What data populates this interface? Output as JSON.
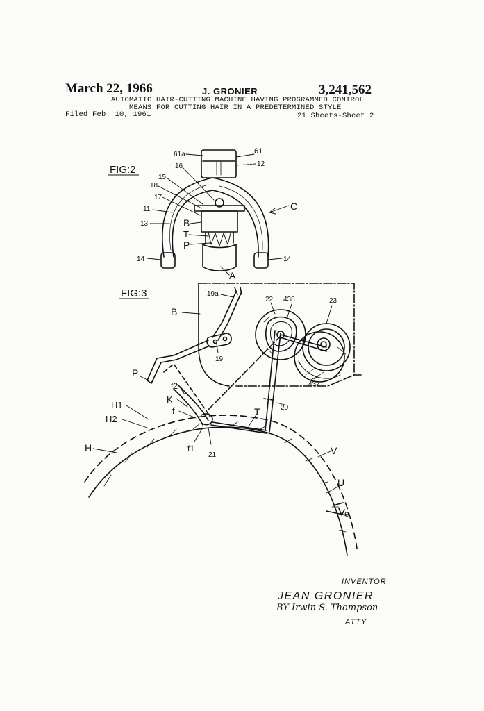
{
  "header": {
    "date": "March 22, 1966",
    "inventor": "J. GRONIER",
    "patent_number": "3,241,562",
    "title_line1": "AUTOMATIC HAIR-CUTTING MACHINE HAVING PROGRAMMED CONTROL",
    "title_line2": "MEANS FOR CUTTING HAIR IN A PREDETERMINED STYLE",
    "filed": "Filed Feb. 10, 1961",
    "sheet": "21 Sheets-Sheet 2"
  },
  "fig2": {
    "title": "FIG:2",
    "labels": {
      "l61a": "61a",
      "l61": "61",
      "l12": "12",
      "l16": "16",
      "l15": "15",
      "l18": "18",
      "l17": "17",
      "l11": "11",
      "l13": "13",
      "lB": "B",
      "lT": "T",
      "lP": "P",
      "lC": "C",
      "l14a": "14",
      "l14b": "14",
      "lA": "A"
    }
  },
  "fig3": {
    "title": "FIG:3",
    "labels": {
      "l19a": "19a",
      "l22": "22",
      "l438": "438",
      "l23": "23",
      "lB": "B",
      "l19": "19",
      "lP": "P",
      "l432": "432",
      "lf2": "f2",
      "lK": "K",
      "lf": "f",
      "lH1": "H1",
      "lH2": "H2",
      "l20": "20",
      "lT": "T",
      "lH": "H",
      "lf1": "f1",
      "l21": "21",
      "lV": "V",
      "lU": "U",
      "le": "e"
    }
  },
  "signature": {
    "role": "INVENTOR",
    "name": "JEAN GRONIER",
    "attorney": "BY Irwin S. Thompson",
    "atty": "ATTY."
  }
}
